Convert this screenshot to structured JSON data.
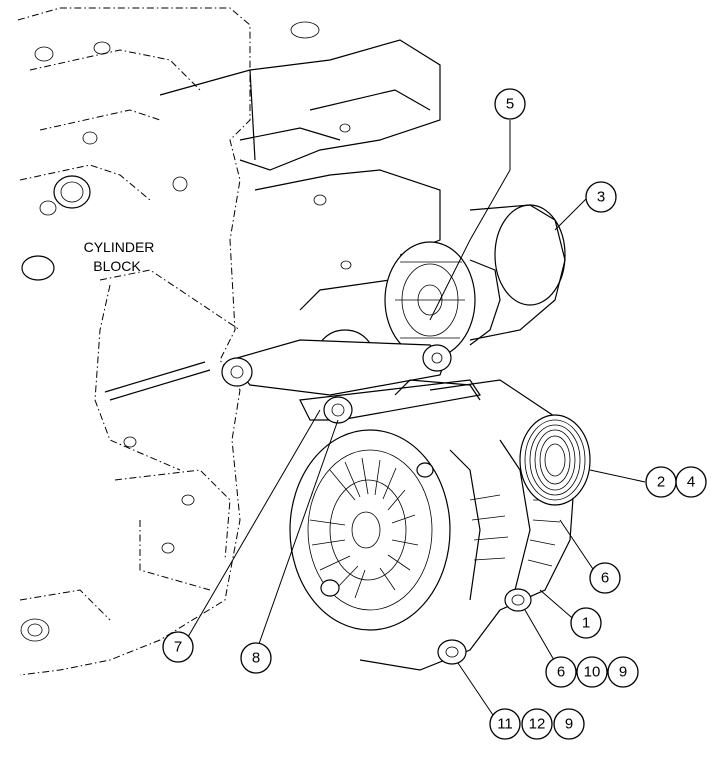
{
  "block_label": {
    "line1": "CYLINDER",
    "line2": "BLOCK"
  },
  "callouts": [
    {
      "id": "c5",
      "text": "5"
    },
    {
      "id": "c3",
      "text": "3"
    },
    {
      "id": "c2",
      "text": "2"
    },
    {
      "id": "c4",
      "text": "4"
    },
    {
      "id": "c6a",
      "text": "6"
    },
    {
      "id": "c1",
      "text": "1"
    },
    {
      "id": "c6b",
      "text": "6"
    },
    {
      "id": "c10",
      "text": "10"
    },
    {
      "id": "c9a",
      "text": "9"
    },
    {
      "id": "c7",
      "text": "7"
    },
    {
      "id": "c8",
      "text": "8"
    },
    {
      "id": "c11",
      "text": "11"
    },
    {
      "id": "c12",
      "text": "12"
    },
    {
      "id": "c9b",
      "text": "9"
    }
  ]
}
